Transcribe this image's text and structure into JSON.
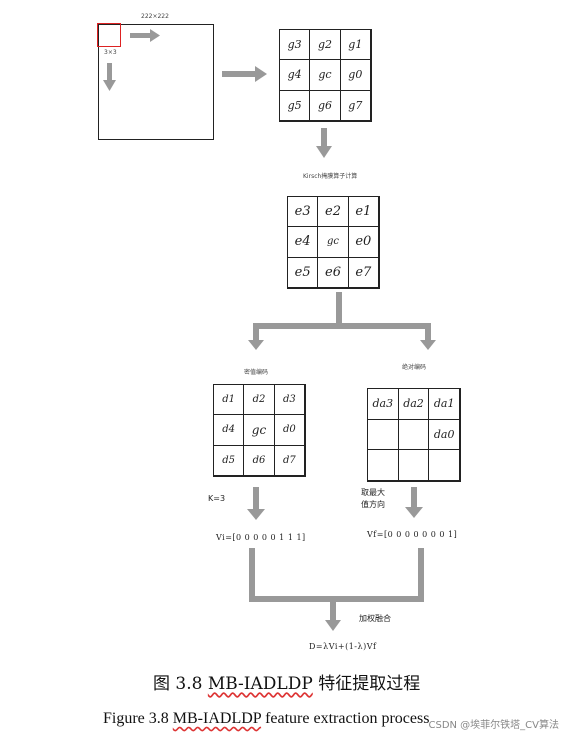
{
  "image": {
    "size_label": "222×222",
    "window_label": "3×3"
  },
  "grid1": [
    "g3",
    "g2",
    "g1",
    "g4",
    "gc",
    "g0",
    "g5",
    "g6",
    "g7"
  ],
  "kirsch_label": "Kirsch掩膜算子计算",
  "grid2": [
    "e3",
    "e2",
    "e1",
    "e4",
    "gc",
    "e0",
    "e5",
    "e6",
    "e7"
  ],
  "left_branch": {
    "label": "密值编码",
    "grid": [
      "d1",
      "d2",
      "d3",
      "d4",
      "gc",
      "d0",
      "d5",
      "d6",
      "d7"
    ],
    "k_label": "K=3",
    "vector": "Vi=[0 0 0 0 0 1 1 1]"
  },
  "right_branch": {
    "label": "绝对编码",
    "grid": [
      "da3",
      "da2",
      "da1",
      "",
      "",
      "da0",
      "",
      "",
      ""
    ],
    "max_label_line1": "取最大",
    "max_label_line2": "值方向",
    "vector": "Vf=[0 0 0 0 0 0 0 1]"
  },
  "fusion": {
    "label": "加权融合",
    "formula": "D=λVi+(1-λ)Vf"
  },
  "caption_cn": {
    "prefix": "图 3.8 ",
    "name": "MB-IADLDP",
    "suffix": " 特征提取过程"
  },
  "caption_en": {
    "prefix": "Figure 3.8 ",
    "name": "MB-IADLDP",
    "suffix": " feature extraction process"
  },
  "watermark": "CSDN @埃菲尔铁塔_CV算法",
  "colors": {
    "arrow": "#999999",
    "window": "#dd2222",
    "grid": "#222222"
  }
}
